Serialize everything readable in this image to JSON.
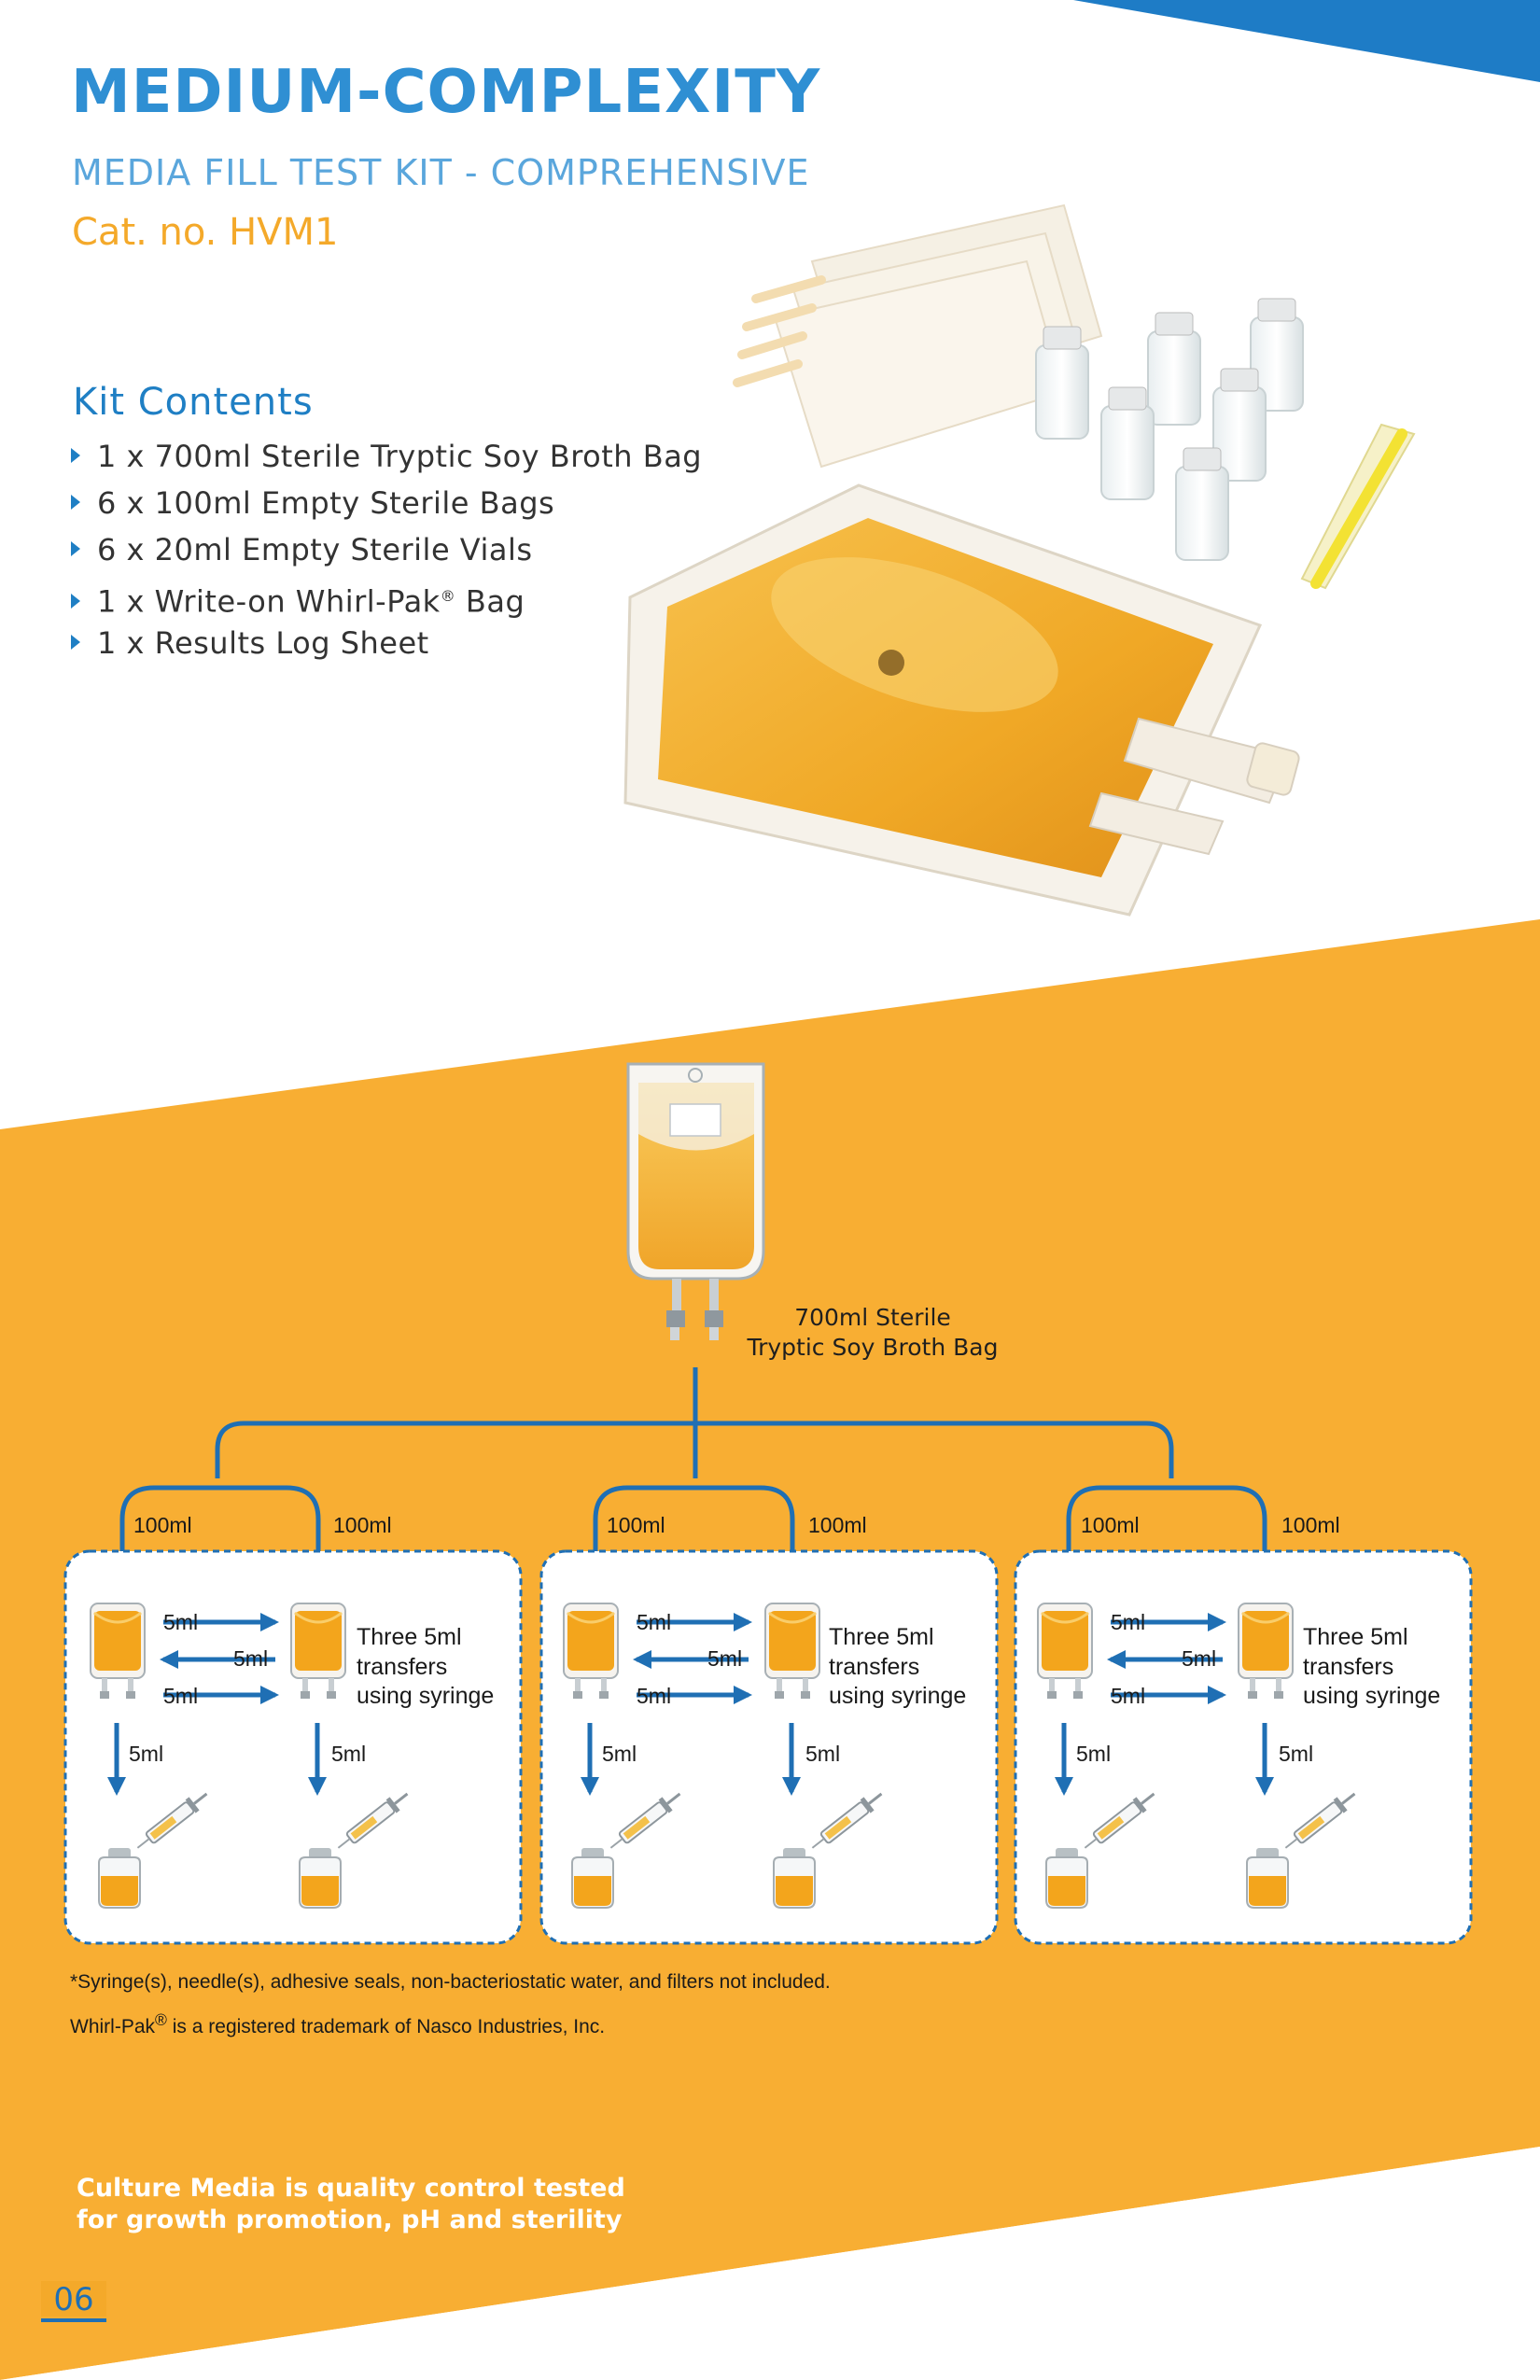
{
  "header": {
    "title": "MEDIUM-COMPLEXITY",
    "subtitle": "MEDIA FILL TEST KIT - COMPREHENSIVE",
    "cat_no": "Cat. no. HVM1"
  },
  "kit_contents": {
    "heading": "Kit Contents",
    "items": [
      "1 x 700ml Sterile Tryptic Soy Broth Bag",
      "6 x 100ml Empty Sterile Bags",
      "6 x 20ml Empty Sterile Vials",
      "1 x Write-on Whirl-Pak",
      "1 x Results Log Sheet"
    ],
    "item4_mark": "®",
    "item4_tail": " Bag"
  },
  "diagram": {
    "source_label_line1": "700ml Sterile",
    "source_label_line2": "Tryptic Soy Broth Bag",
    "volume_100": "100ml",
    "volume_5": "5ml",
    "transfer_line1": "Three 5ml",
    "transfer_line2": "transfers",
    "transfer_line3": "using syringe"
  },
  "notes": {
    "line1": "*Syringe(s), needle(s), adhesive seals, non-bacteriostatic water, and filters not included.",
    "line2_a": "Whirl-Pak",
    "line2_mark": "®",
    "line2_b": " is a registered trademark of Nasco Industries, Inc."
  },
  "tagline": {
    "line1": "Culture Media is quality control tested",
    "line2": "for growth promotion, pH and sterility"
  },
  "page_number": "06",
  "colors": {
    "brand_blue": "#2f8fd3",
    "dark_blue": "#1f6fb4",
    "orange": "#f8ae33",
    "accent_orange": "#f4a92a",
    "broth": "#f3a51c"
  }
}
